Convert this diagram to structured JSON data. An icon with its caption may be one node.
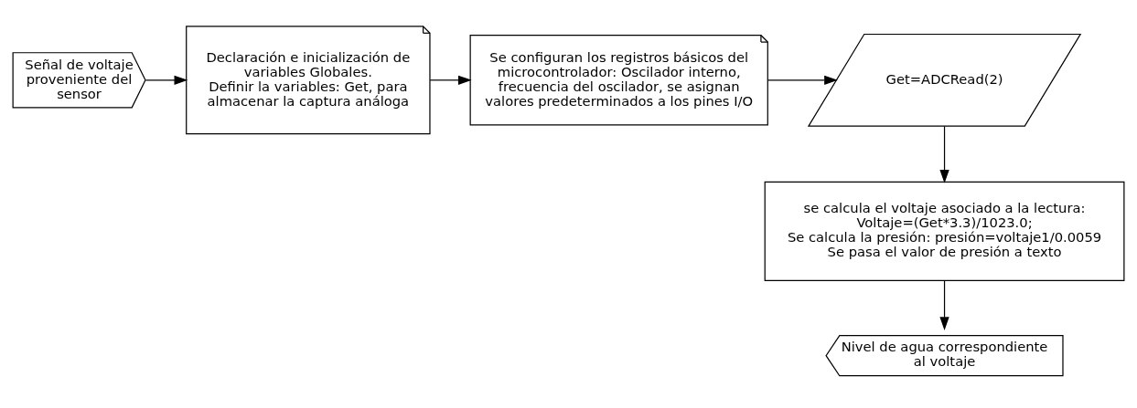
{
  "diagram": {
    "nodes": [
      {
        "text": [
          "Señal de voltaje proveniente del sensor"
        ]
      },
      {
        "text": [
          "Declaración e inicialización de variables Globales.",
          "Definir la variables: Get, para almacenar la captura análoga"
        ]
      },
      {
        "text": [
          "Se configuran los registros básicos del microcontrolador: Oscilador interno, frecuencia del oscilador, se asignan valores predeterminados a los pines I/O"
        ]
      },
      {
        "text": [
          "Get=ADCRead(2)"
        ]
      },
      {
        "text": [
          "se calcula el voltaje asociado a la lectura: Voltaje=(Get*3.3)/1023.0;",
          "Se calcula la presión: presión=voltaje1/0.0059",
          "Se pasa el valor de presión a texto"
        ]
      },
      {
        "text": [
          "Nivel de agua correspondiente al voltaje"
        ]
      }
    ],
    "edges": [
      {
        "from": 0,
        "to": 1,
        "arrow": "to"
      },
      {
        "from": 1,
        "to": 2,
        "arrow": "to"
      },
      {
        "from": 2,
        "to": 3,
        "arrow": "to"
      },
      {
        "from": 3,
        "to": 4,
        "arrow": "to"
      },
      {
        "from": 4,
        "to": 5,
        "arrow": "to"
      }
    ]
  }
}
